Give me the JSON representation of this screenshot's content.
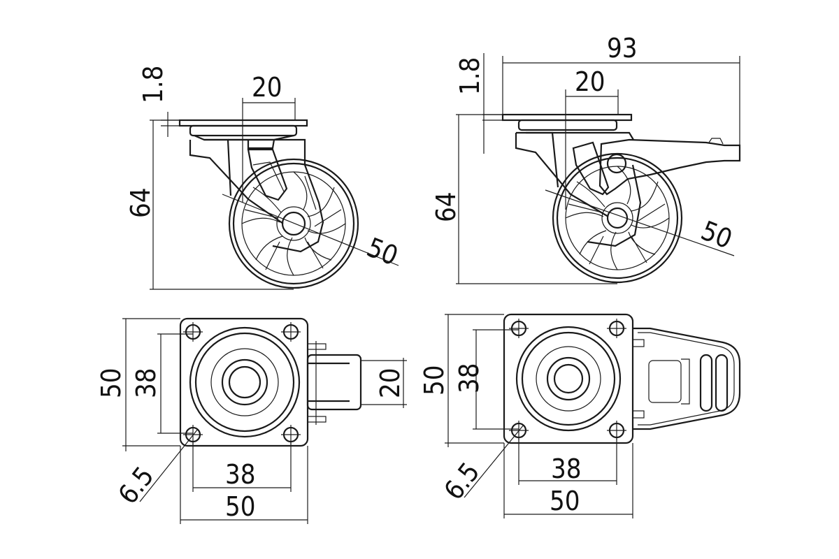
{
  "views": {
    "side_fixed": {
      "plate_thickness": "1.8",
      "stem_width": "20",
      "total_height": "64",
      "wheel_diameter": "50"
    },
    "side_brake": {
      "overall_length": "93",
      "plate_thickness": "1.8",
      "stem_width": "20",
      "total_height": "64",
      "wheel_diameter": "50"
    },
    "top_fixed": {
      "plate_height": "50",
      "hole_spacing_v": "38",
      "wheel_width": "20",
      "hole_diameter": "6.5",
      "hole_spacing_h": "38",
      "plate_width": "50"
    },
    "top_brake": {
      "plate_height": "50",
      "hole_spacing_v": "38",
      "hole_diameter": "6.5",
      "hole_spacing_h": "38",
      "plate_width": "50"
    }
  }
}
